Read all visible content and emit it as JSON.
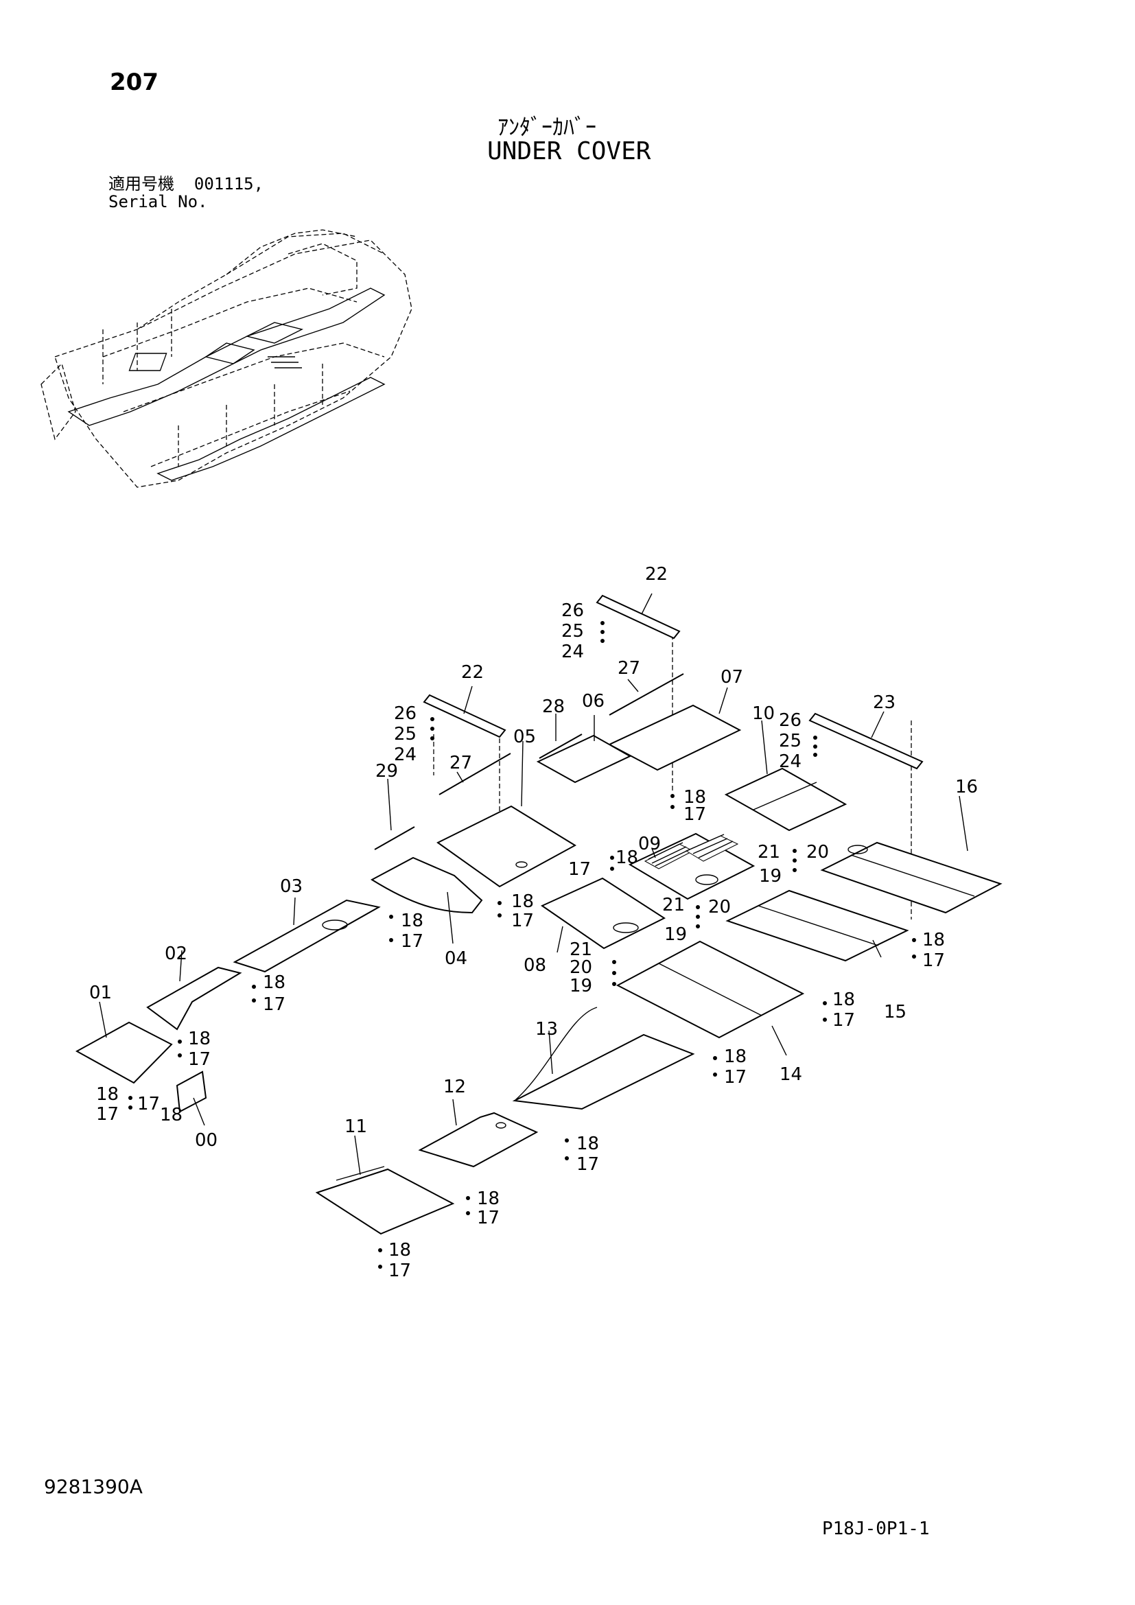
{
  "page_number": "207",
  "title_jp": "ｱﾝﾀﾞｰｶﾊﾞｰ",
  "title_en": "UNDER COVER",
  "serial_label_jp": "適用号機",
  "serial_value": "001115,",
  "serial_label_en": "Serial No.",
  "document_number": "9281390A",
  "sheet_code": "P18J-0P1-1",
  "callouts": {
    "c00": "00",
    "c01": "01",
    "c02": "02",
    "c03": "03",
    "c04": "04",
    "c05": "05",
    "c06": "06",
    "c07": "07",
    "c08": "08",
    "c09": "09",
    "c10": "10",
    "c11": "11",
    "c12": "12",
    "c13": "13",
    "c14": "14",
    "c15": "15",
    "c16": "16",
    "c17": "17",
    "c18": "18",
    "c19": "19",
    "c20": "20",
    "c21": "21",
    "c22": "22",
    "c23": "23",
    "c24": "24",
    "c25": "25",
    "c26": "26",
    "c27": "27",
    "c28": "28",
    "c29": "29"
  }
}
